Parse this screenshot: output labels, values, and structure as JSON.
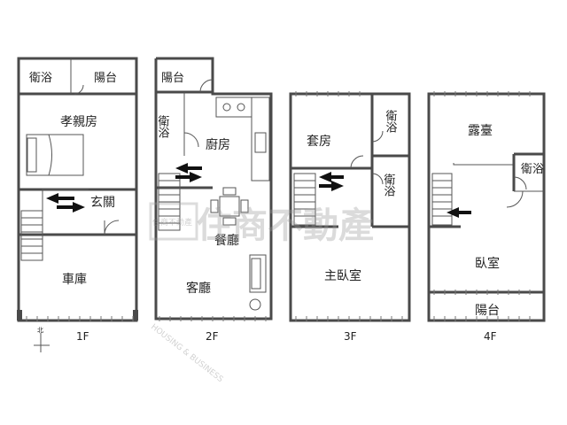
{
  "floors": {
    "f1": {
      "label": "1F",
      "rooms": {
        "bath": "衛浴",
        "balcony": "陽台",
        "elder_room": "孝親房",
        "entry": "玄關",
        "garage": "車庫"
      }
    },
    "f2": {
      "label": "2F",
      "rooms": {
        "balcony": "陽台",
        "bath": "衛浴",
        "kitchen": "廚房",
        "dining": "餐廳",
        "living": "客廳"
      }
    },
    "f3": {
      "label": "3F",
      "rooms": {
        "suite": "套房",
        "bath_a": "衛浴",
        "bath_b": "衛浴",
        "master": "主臥室"
      }
    },
    "f4": {
      "label": "4F",
      "rooms": {
        "terrace": "露臺",
        "bath": "衛浴",
        "bedroom": "臥室",
        "balcony": "陽台"
      }
    }
  },
  "compass": {
    "north": "北"
  },
  "watermark": {
    "main": "住商不動產",
    "stamp": "住商不動產",
    "diagonal": "HOUSING & BUSINESS"
  },
  "colors": {
    "wall": "#4a4a4a",
    "arrow": "#111111",
    "watermark": "#9a9a9a"
  }
}
